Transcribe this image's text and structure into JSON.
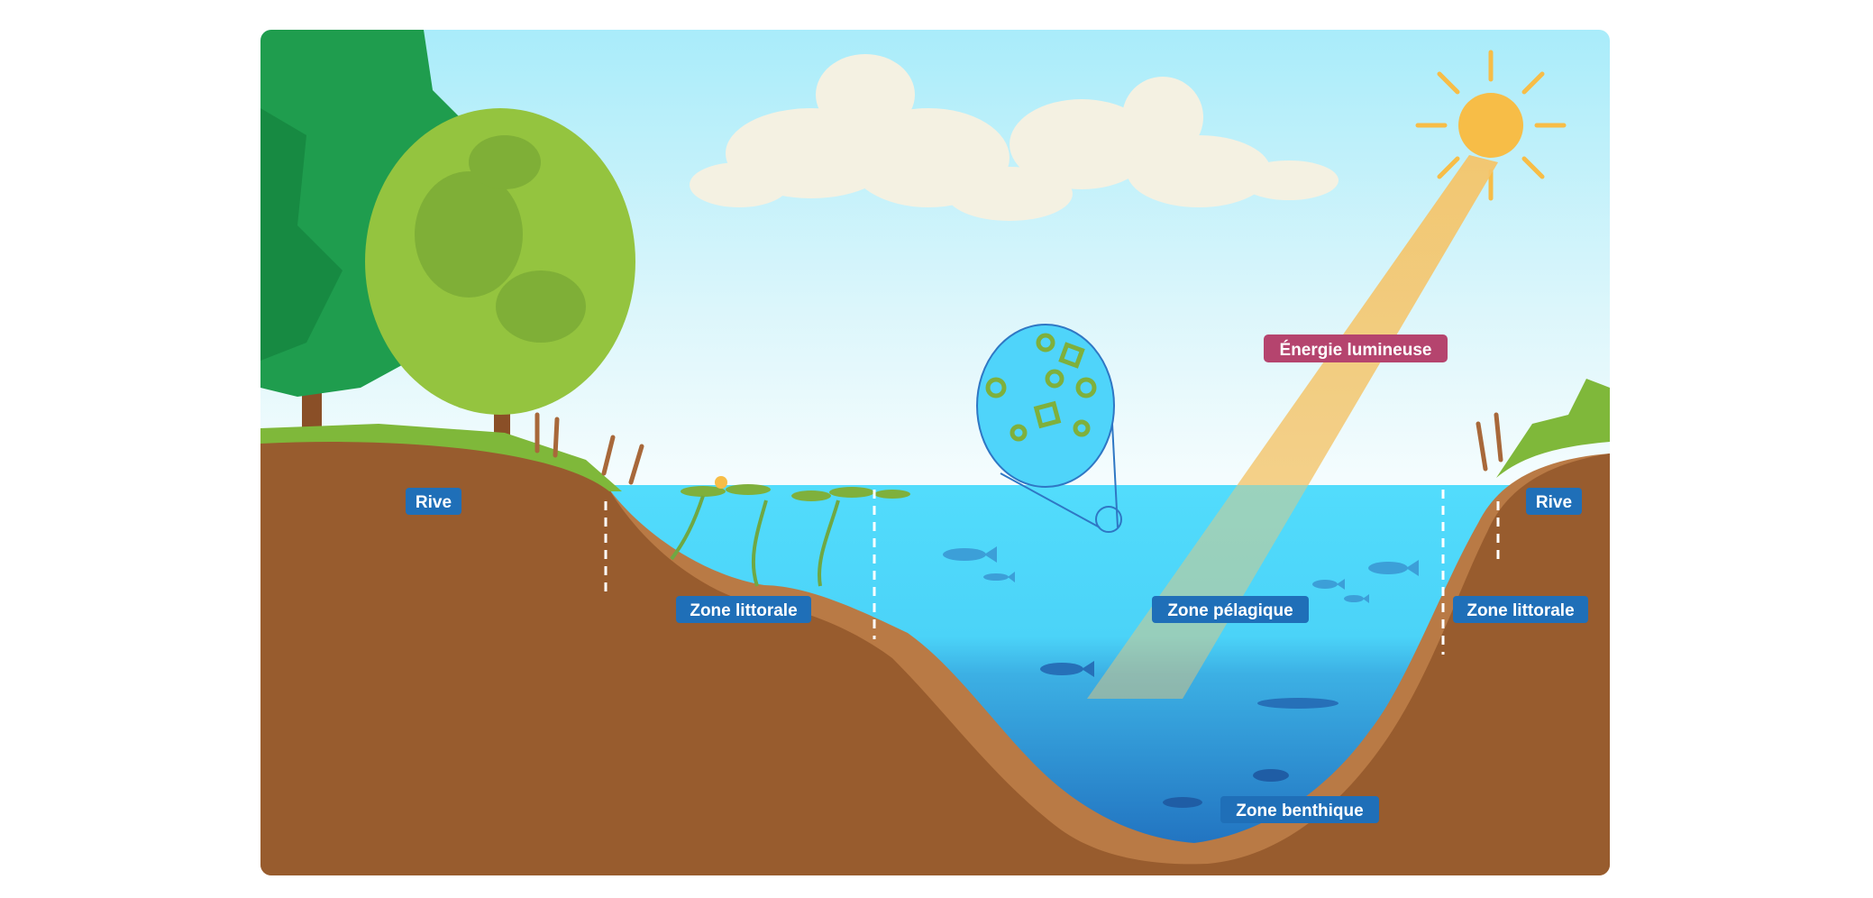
{
  "diagram": {
    "labels": {
      "rive_left": "Rive",
      "rive_right": "Rive",
      "littoral_left": "Zone littorale",
      "littoral_right": "Zone littorale",
      "pelagic": "Zone pélagique",
      "benthic": "Zone benthique",
      "light_energy": "Énergie lumineuse"
    },
    "colors": {
      "zone_label": "#1f6fb8",
      "energy_label": "#b5446e",
      "soil": "#985c2e",
      "sediment": "#b97a45",
      "water_top": "#52dcfc",
      "water_bottom": "#1f6dbd",
      "sun": "#f7bd47"
    }
  }
}
